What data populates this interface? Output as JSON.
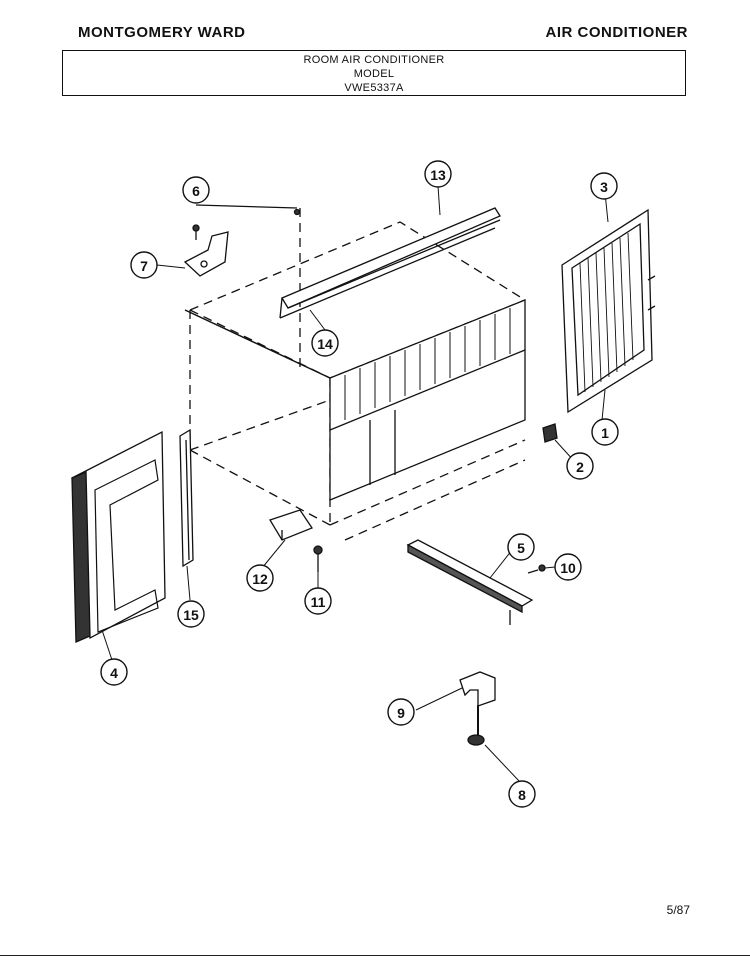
{
  "header": {
    "brand": "MONTGOMERY WARD",
    "product": "AIR CONDITIONER"
  },
  "title_box": {
    "line1": "ROOM AIR CONDITIONER",
    "line2": "MODEL",
    "line3": "VWE5337A"
  },
  "callouts": [
    {
      "id": "c1",
      "label": "1"
    },
    {
      "id": "c2",
      "label": "2"
    },
    {
      "id": "c3",
      "label": "3"
    },
    {
      "id": "c4",
      "label": "4"
    },
    {
      "id": "c5",
      "label": "5"
    },
    {
      "id": "c6",
      "label": "6"
    },
    {
      "id": "c7",
      "label": "7"
    },
    {
      "id": "c8",
      "label": "8"
    },
    {
      "id": "c9",
      "label": "9"
    },
    {
      "id": "c10",
      "label": "10"
    },
    {
      "id": "c11",
      "label": "11"
    },
    {
      "id": "c12",
      "label": "12"
    },
    {
      "id": "c13",
      "label": "13"
    },
    {
      "id": "c14",
      "label": "14"
    },
    {
      "id": "c15",
      "label": "15"
    }
  ],
  "footer": {
    "date": "5/87"
  }
}
